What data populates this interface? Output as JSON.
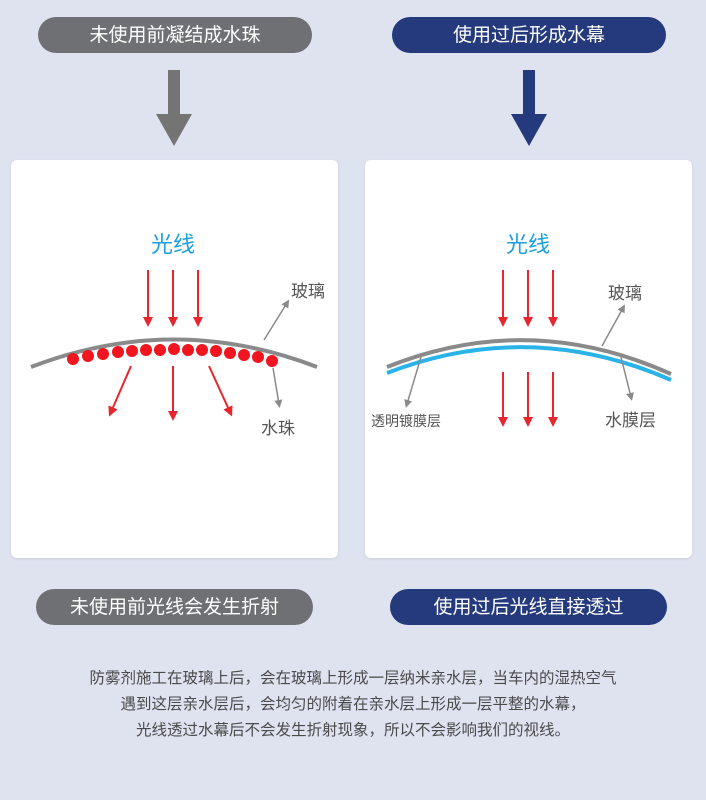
{
  "left": {
    "title": "未使用前凝结成水珠",
    "panel": {
      "light_label": "光线",
      "glass_label": "玻璃",
      "droplet_label": "水珠"
    },
    "conclusion": "未使用前光线会发生折射"
  },
  "right": {
    "title": "使用过后形成水幕",
    "panel": {
      "light_label": "光线",
      "glass_label": "玻璃",
      "coating_label": "透明镀膜层",
      "film_label": "水膜层"
    },
    "conclusion": "使用过后光线直接透过"
  },
  "description": {
    "line1": "防雾剂施工在玻璃上后，会在玻璃上形成一层纳米亲水层，当车内的湿热空气",
    "line2": "遇到这层亲水层后，会均匀的附着在亲水层上形成一层平整的水幕，",
    "line3": "光线透过水幕后不会发生折射现象，所以不会影响我们的视线。"
  },
  "colors": {
    "grey_pill": "#6f7073",
    "navy_pill": "#243a7c",
    "light_label": "#1aa0e0",
    "ray_red": "#e8262d",
    "droplet_red": "#f0151f",
    "glass_grey": "#8a8a8a",
    "coating_blue": "#2ab3e6"
  }
}
